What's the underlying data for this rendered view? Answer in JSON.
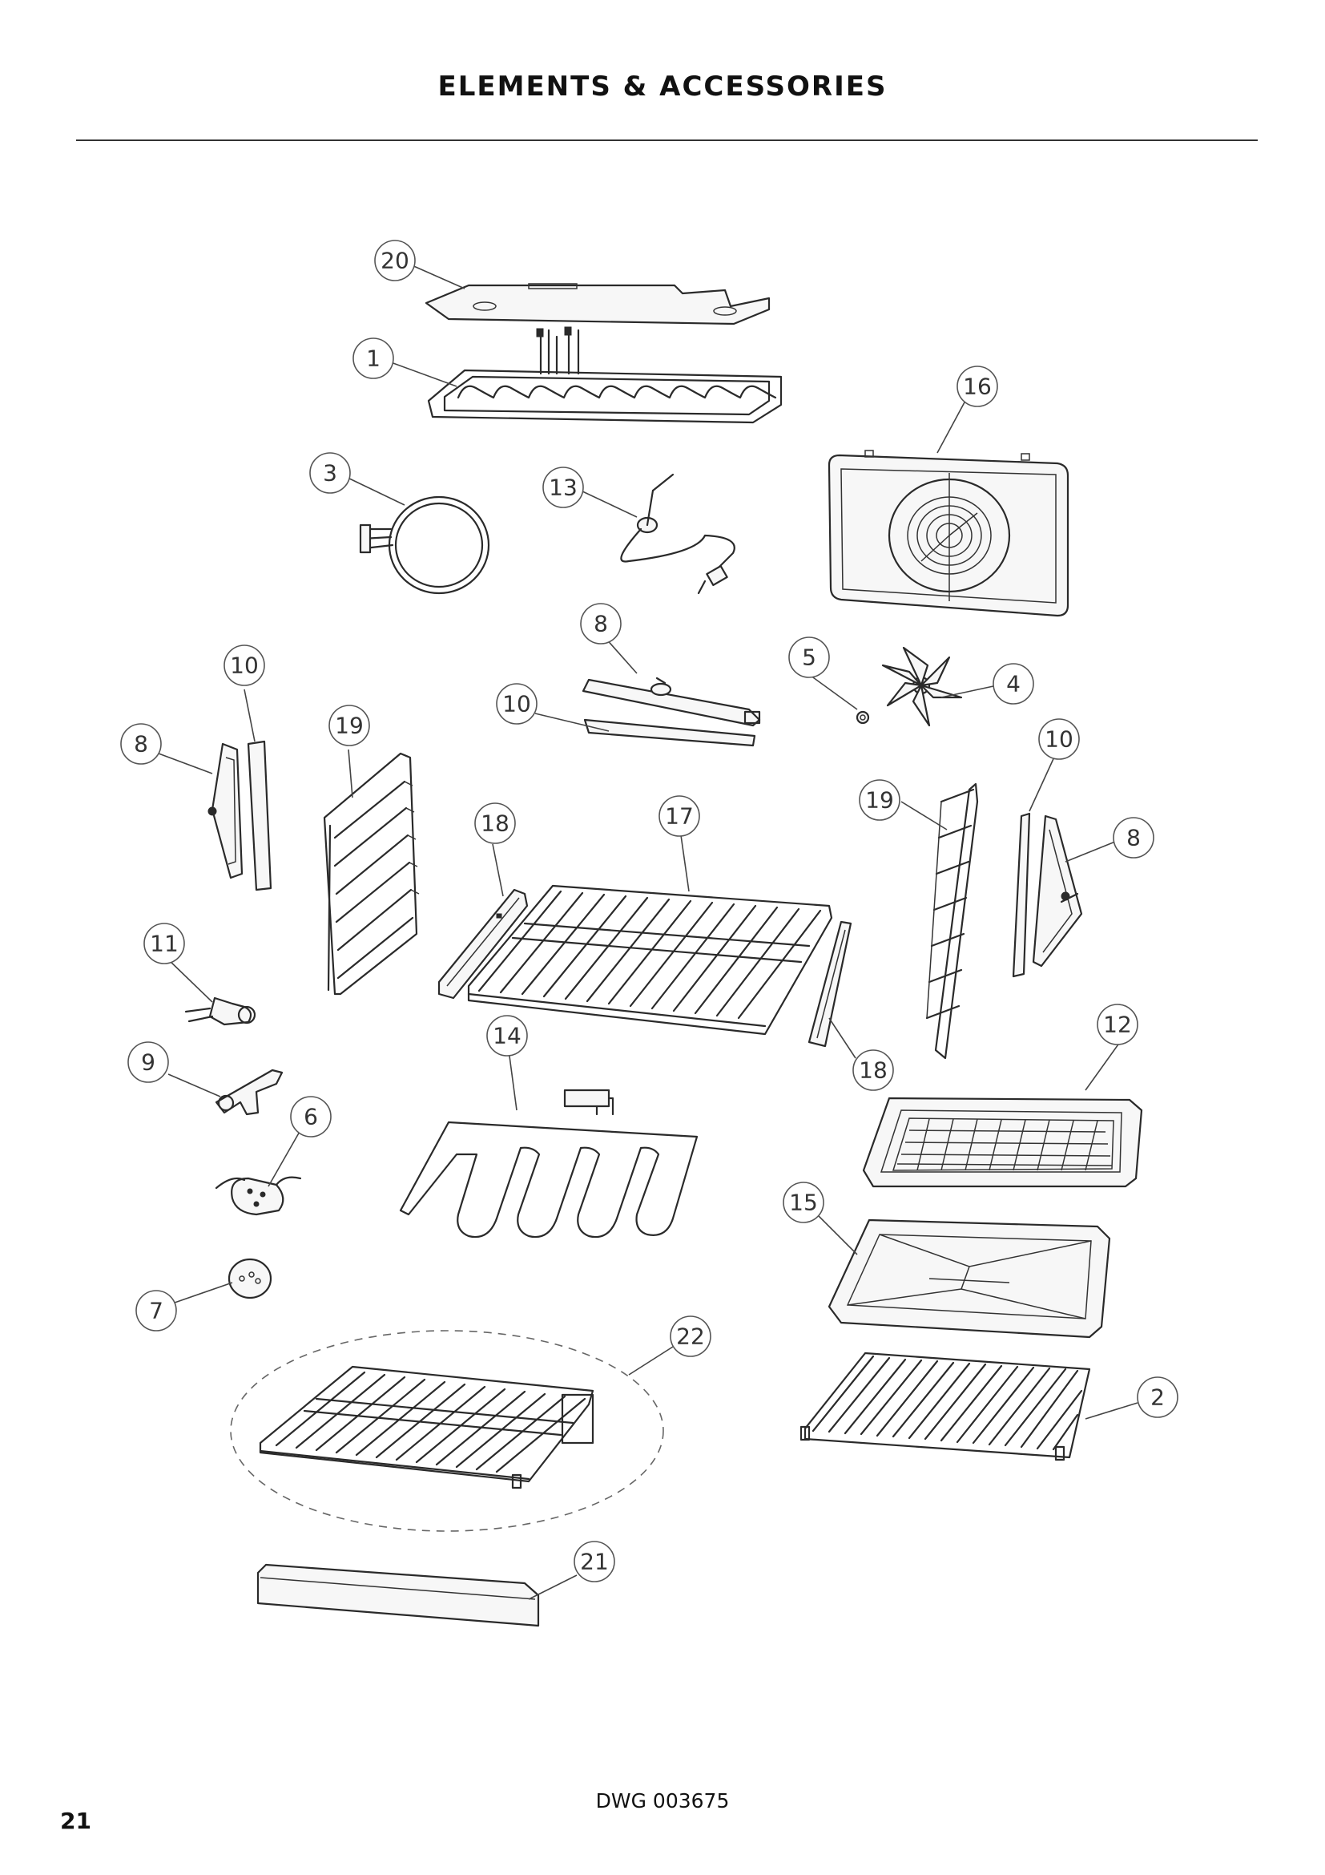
{
  "header": {
    "title": "ELEMENTS & ACCESSORIES"
  },
  "footer": {
    "drawing_number": "DWG 003675",
    "page_number": "21"
  },
  "callouts": [
    {
      "key": "c20",
      "label": "20"
    },
    {
      "key": "c1",
      "label": "1"
    },
    {
      "key": "c16",
      "label": "16"
    },
    {
      "key": "c3",
      "label": "3"
    },
    {
      "key": "c13",
      "label": "13"
    },
    {
      "key": "c8a",
      "label": "8"
    },
    {
      "key": "c5",
      "label": "5"
    },
    {
      "key": "c4",
      "label": "4"
    },
    {
      "key": "c10a",
      "label": "10"
    },
    {
      "key": "c10b",
      "label": "10"
    },
    {
      "key": "c10c",
      "label": "10"
    },
    {
      "key": "c19a",
      "label": "19"
    },
    {
      "key": "c8b",
      "label": "8"
    },
    {
      "key": "c19b",
      "label": "19"
    },
    {
      "key": "c8c",
      "label": "8"
    },
    {
      "key": "c18a",
      "label": "18"
    },
    {
      "key": "c17",
      "label": "17"
    },
    {
      "key": "c11",
      "label": "11"
    },
    {
      "key": "c12",
      "label": "12"
    },
    {
      "key": "c14",
      "label": "14"
    },
    {
      "key": "c18b",
      "label": "18"
    },
    {
      "key": "c9",
      "label": "9"
    },
    {
      "key": "c6",
      "label": "6"
    },
    {
      "key": "c15",
      "label": "15"
    },
    {
      "key": "c7",
      "label": "7"
    },
    {
      "key": "c22",
      "label": "22"
    },
    {
      "key": "c2",
      "label": "2"
    },
    {
      "key": "c21",
      "label": "21"
    }
  ]
}
